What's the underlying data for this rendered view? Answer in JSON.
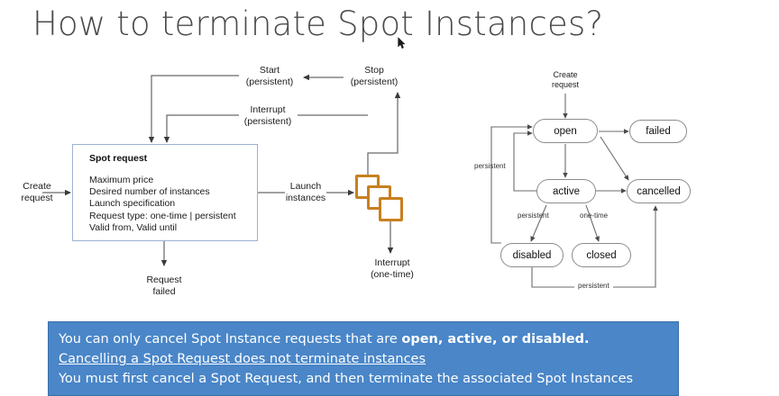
{
  "slide": {
    "title": "How to terminate Spot Instances?"
  },
  "left_diagram": {
    "name": "spot-request-lifecycle",
    "create_request": "Create\nrequest",
    "start_persistent": "Start\n(persistent)",
    "stop_persistent": "Stop\n(persistent)",
    "interrupt_persistent": "Interrupt\n(persistent)",
    "launch_instances": "Launch\ninstances",
    "request_failed": "Request\nfailed",
    "interrupt_onetime": "Interrupt\n(one-time)",
    "spot_request_box": {
      "heading": "Spot request",
      "attributes": "Maximum price\nDesired number of instances\nLaunch specification\nRequest type: one-time | persistent\nValid from, Valid until",
      "border_color": "#9bb3d4"
    },
    "instances": {
      "count": 3,
      "color": "#c8801f"
    }
  },
  "right_diagram": {
    "name": "spot-request-state-machine",
    "entry_label": "Create\nrequest",
    "states": [
      {
        "id": "open",
        "label": "open"
      },
      {
        "id": "failed",
        "label": "failed"
      },
      {
        "id": "active",
        "label": "active"
      },
      {
        "id": "cancelled",
        "label": "cancelled"
      },
      {
        "id": "disabled",
        "label": "disabled"
      },
      {
        "id": "closed",
        "label": "closed"
      }
    ],
    "transition_labels": {
      "persistent_outer": "persistent",
      "persistent_active_to_disabled": "persistent",
      "one_time_active_to_closed": "one-time",
      "persistent_bottom": "persistent"
    }
  },
  "callout": {
    "line1_prefix": "You can only cancel Spot Instance requests that are ",
    "line1_bold": "open, active, or disabled.",
    "line2": "Cancelling a Spot Request does not terminate instances",
    "line3": "You must first cancel a Spot Request, and then terminate the associated Spot Instances",
    "background_color": "#4a86c8",
    "text_color": "#ffffff"
  }
}
